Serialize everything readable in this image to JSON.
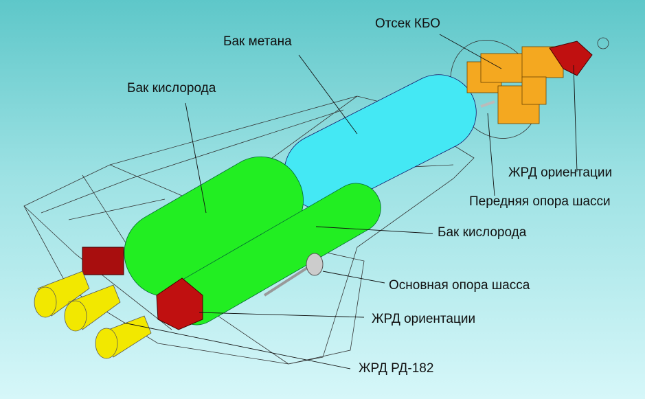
{
  "labels": {
    "kbo": "Отсек КБО",
    "methane_tank": "Бак метана",
    "oxygen_tank_upper": "Бак кислорода",
    "oxygen_tank_lower": "Бак кислорода",
    "rcs_engine_right": "ЖРД ориентации",
    "front_gear": "Передняя опора шасси",
    "main_gear": "Основная опора шасса",
    "rcs_engine_lower": "ЖРД ориентации",
    "main_engine": "ЖРД РД-182"
  },
  "colors": {
    "oxygen_tank": "#22ee22",
    "methane_tank": "#44e8f4",
    "kbo": "#f4a820",
    "rcs": "#c01010",
    "nozzle": "#f2e800"
  }
}
